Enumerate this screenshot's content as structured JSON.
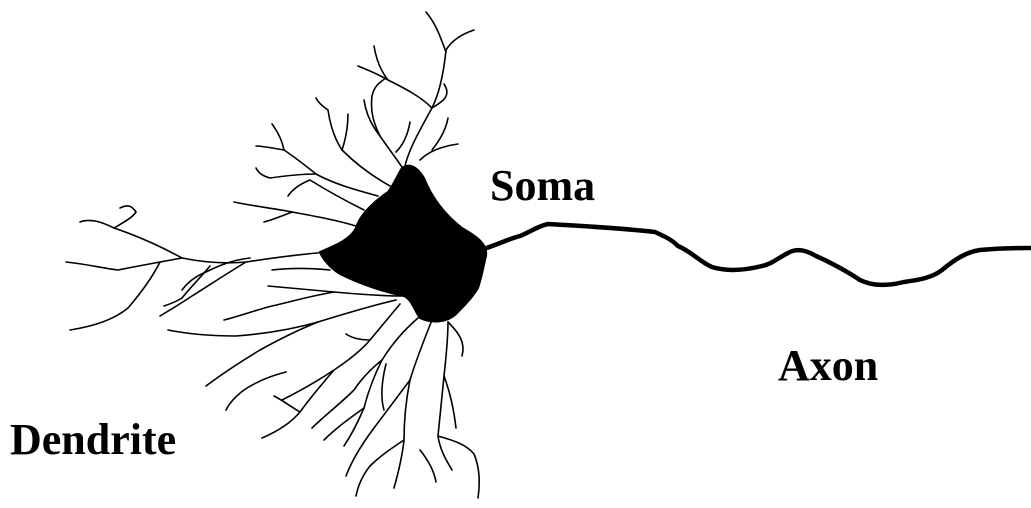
{
  "labels": {
    "soma": "Soma",
    "axon": "Axon",
    "dendrite": "Dendrite"
  },
  "colors": {
    "ink": "#000000",
    "background": "#ffffff"
  }
}
